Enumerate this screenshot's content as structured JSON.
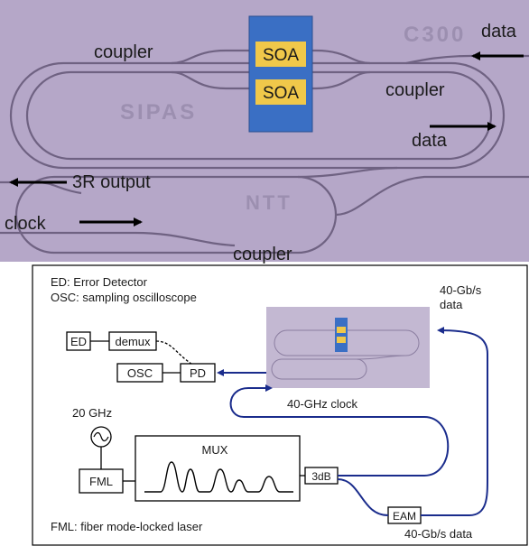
{
  "photo": {
    "labels": {
      "coupler_left": "coupler",
      "coupler_right": "coupler",
      "coupler_bottom": "coupler",
      "soa_top": "SOA",
      "soa_bottom": "SOA",
      "data_in": "data",
      "data_out": "data",
      "output_3r": "3R output",
      "clock": "clock",
      "chip_sipas": "SIPAS",
      "chip_ntt": "NTT",
      "chip_c300": "C300"
    },
    "colors": {
      "substrate": "#b5a7c8",
      "soa_block": "#3a6fc4",
      "soa_stripe": "#f0c84a",
      "waveguide": "#6f6282"
    }
  },
  "setup": {
    "legend_ed": "ED: Error Detector",
    "legend_osc": "OSC: sampling oscilloscope",
    "legend_fml": "FML: fiber mode-locked laser",
    "boxes": {
      "ed": "ED",
      "demux": "demux",
      "osc": "OSC",
      "pd": "PD",
      "fml": "FML",
      "mux": "MUX",
      "coupler_3db": "3dB",
      "eam": "EAM"
    },
    "labels": {
      "rf_20ghz": "20 GHz",
      "clock_40ghz": "40-GHz clock",
      "data_top_line1": "40-Gb/s",
      "data_top_line2": "data",
      "data_bottom": "40-Gb/s data"
    },
    "colors": {
      "fiber": "#1a2c8c"
    }
  }
}
